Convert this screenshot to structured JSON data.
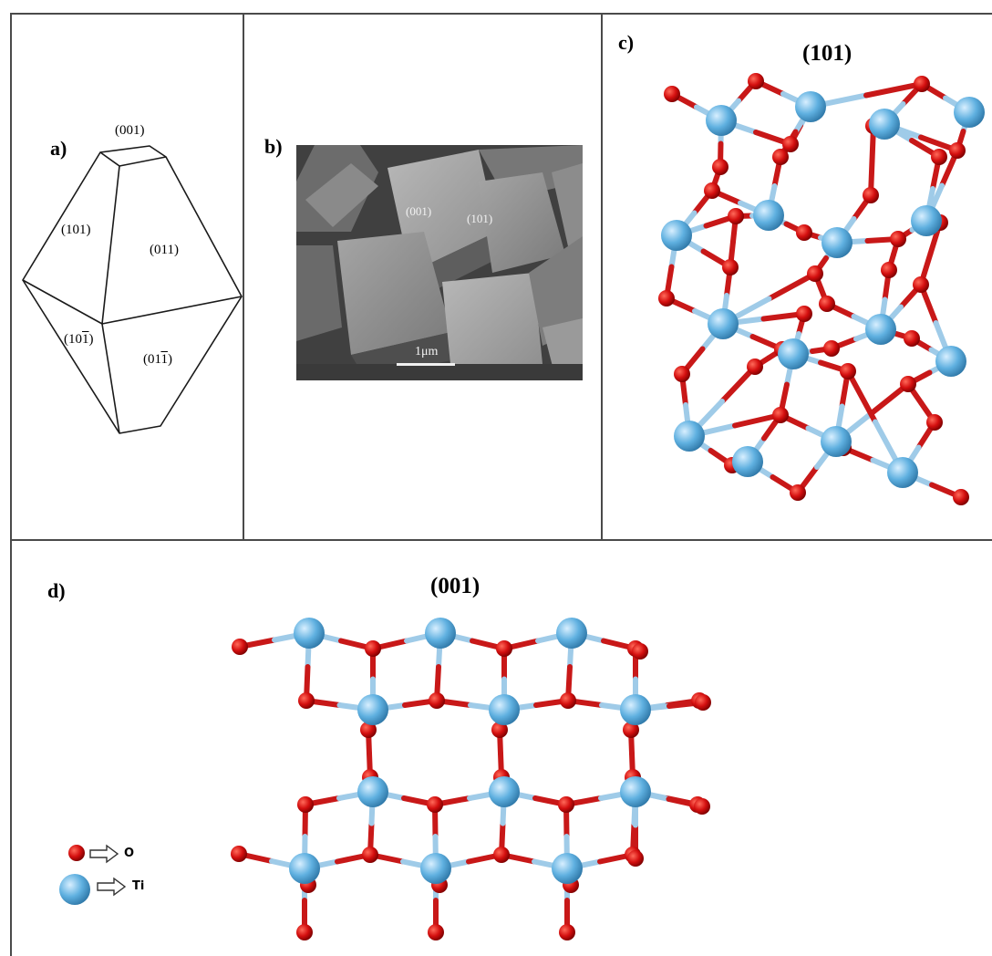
{
  "panels": {
    "a": {
      "label": "a)",
      "facets": [
        "(001)",
        "(101)",
        "(011)",
        "(10",
        "1",
        ")",
        "(01",
        "1",
        ")"
      ]
    },
    "b": {
      "label": "b)",
      "facets": [
        "(001)",
        "(101)"
      ],
      "scale_bar": "1μm"
    },
    "c": {
      "label": "c)",
      "title": "(101)"
    },
    "d": {
      "label": "d)",
      "title": "(001)"
    }
  },
  "legend": {
    "items": [
      {
        "symbol": "small-red-sphere",
        "arrow": "hollow-arrow-right",
        "text": "O",
        "color": "#d40f0f"
      },
      {
        "symbol": "large-blue-sphere",
        "arrow": "hollow-arrow-right",
        "text": "Ti",
        "color": "#5fb0e0"
      }
    ]
  },
  "colors": {
    "oxygen": "#d40f0f",
    "titanium": "#5fb0e0",
    "bond_light": "#a9d2ec",
    "frame": "#4a4a4a"
  }
}
